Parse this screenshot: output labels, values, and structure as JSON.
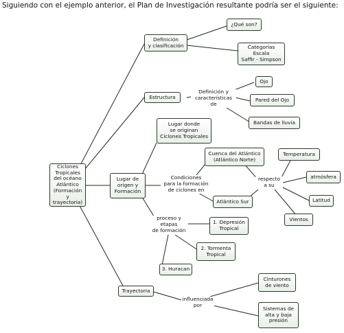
{
  "header": "Siguiendo con el ejemplo anterior, el Plan de Investigación resultante podría ser el siguiente:",
  "nodes": {
    "root": "Ciclones\nTropicales\ndel océano\nAtlántico\n(Formación\ny trayectoria)",
    "definicion": "Definición\ny clasificación",
    "que_son": "¿Qué son?",
    "categorias": "Categorías\nEscala\nSaffir - Simpson",
    "estructura": "Estructura",
    "ojo": "Ojo",
    "pared_ojo": "Pared del Ojo",
    "bandas": "Bandas de lluvia",
    "lugar_origen_title": "Lugar donde\nse originan\nCiclones Tropicales",
    "lugar_origen": "Lugar de\norigen y\nFormación",
    "cuenca": "Cuenca del Atlántico\n(Atlántico Norte)",
    "atlantico_sur": "Atlántico Sur",
    "temperatura": "Temperatura",
    "atmosfera": "atmósfera",
    "latitud": "Latitud",
    "vientos": "Vientos",
    "depresion": "1. Depresión\nTropical",
    "tormenta": "2. Tormenta\nTropical",
    "huracan": "3. Huracan",
    "trayectoria": "Trayectoria",
    "cinturones": "Cinturones\nde viento",
    "sistemas": "Sistemas de\nalta y baja\npresión"
  },
  "labels": {
    "def_caract": "Definición y\ncaracterísticas\nde",
    "condiciones": "Condiciones\npara la formación\nde ciclones en",
    "respecto": "respecto\na su",
    "proceso": "proceso y\netapas\nde formación",
    "influenciada": "influenciada\npor"
  }
}
